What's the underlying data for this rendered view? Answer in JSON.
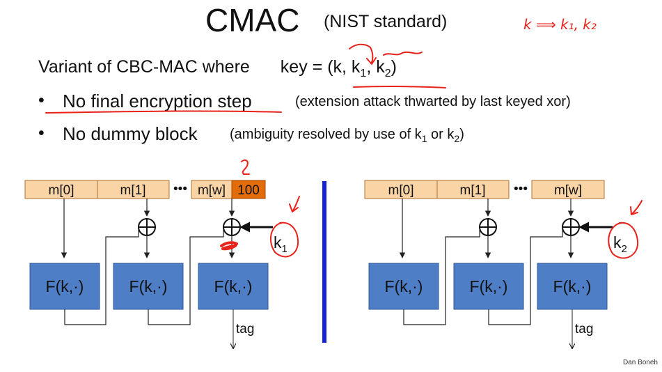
{
  "slide": {
    "title": "CMAC",
    "subtitle": "(NIST standard)",
    "variant_text": "Variant of CBC-MAC where",
    "key_eq_prefix": "key = (k, k",
    "key_sub1": "1",
    "key_mid": ", k",
    "key_sub2": "2",
    "key_suffix": ")",
    "bullet_glyph": "•",
    "bullet1_text": "No final encryption step",
    "bullet1_note": "(extension attack thwarted by last keyed xor)",
    "bullet2_text": "No dummy block",
    "bullet2_note_prefix": "(ambiguity resolved by use of k",
    "bullet2_sub1": "1",
    "bullet2_note_mid": " or k",
    "bullet2_sub2": "2",
    "bullet2_note_suffix": ")",
    "credit": "Dan Boneh"
  },
  "diagram_left": {
    "blocks": [
      "m[0]",
      "m[1]",
      "m[w]"
    ],
    "padding": "100",
    "dots": "•••",
    "f_label": "F(k,·)",
    "key_label": "k",
    "key_sub": "1",
    "tag_label": "tag"
  },
  "diagram_right": {
    "blocks": [
      "m[0]",
      "m[1]",
      "m[w]"
    ],
    "dots": "•••",
    "f_label": "F(k,·)",
    "key_label": "k",
    "key_sub": "2",
    "tag_label": "tag"
  },
  "annotations": {
    "handwritten_note": "k ⟹ k₁, k₂"
  },
  "colors": {
    "message_block": "#fbd4a6",
    "padding_block": "#e36c0a",
    "prf_block": "#4e7fc6",
    "divider": "#1522d8",
    "ink": "#e8221b"
  }
}
